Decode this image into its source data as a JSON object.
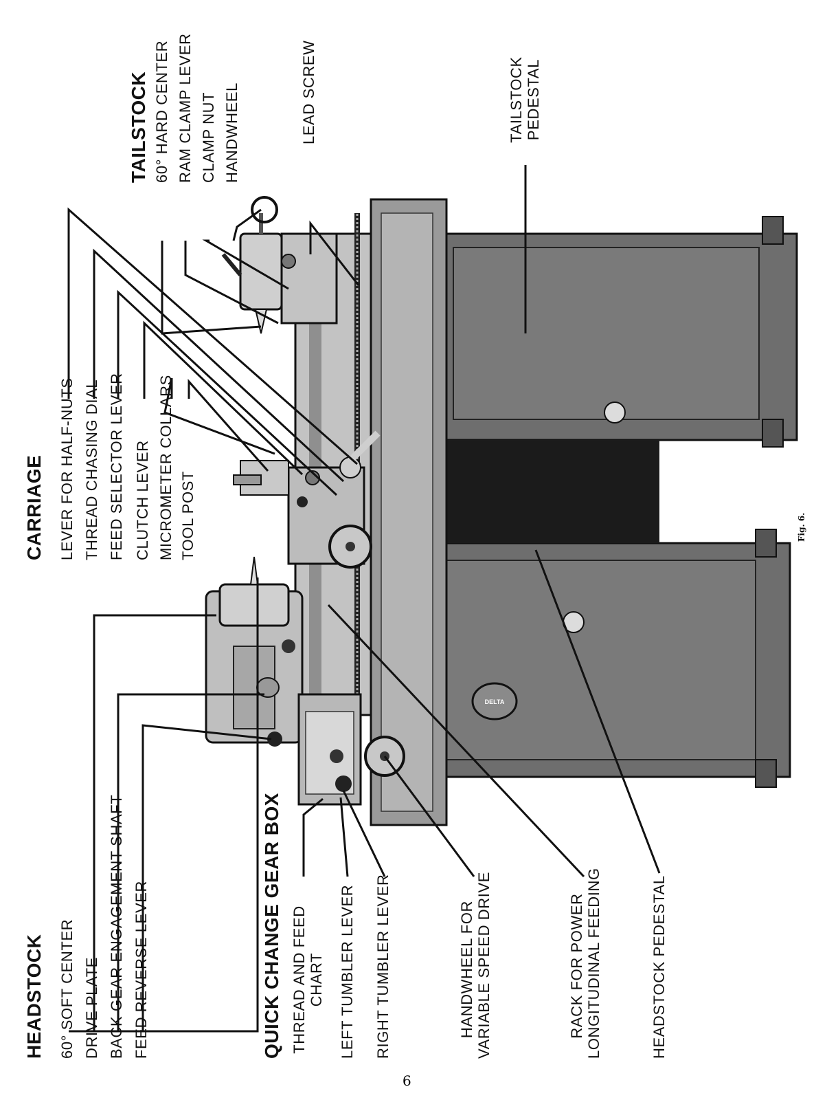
{
  "page_number": "6",
  "figure_label": "Fig. 6.",
  "headstock": {
    "title": "HEADSTOCK",
    "items": [
      "60° SOFT CENTER",
      "DRIVE PLATE",
      "BACK GEAR ENGAGEMENT SHAFT",
      "FEED REVERSE LEVER"
    ]
  },
  "gearbox": {
    "title": "QUICK CHANGE GEAR BOX",
    "items": [
      {
        "line1": "THREAD AND FEED",
        "line2": "CHART"
      },
      {
        "line1": "LEFT TUMBLER LEVER",
        "line2": ""
      },
      {
        "line1": "RIGHT TUMBLER LEVER",
        "line2": ""
      }
    ]
  },
  "bottom_labels": [
    {
      "line1": "HANDWHEEL FOR",
      "line2": "VARIABLE SPEED DRIVE"
    },
    {
      "line1": "RACK FOR POWER",
      "line2": "LONGITUDINAL FEEDING"
    },
    {
      "line1": "HEADSTOCK PEDESTAL",
      "line2": ""
    }
  ],
  "carriage": {
    "title": "CARRIAGE",
    "items": [
      "LEVER FOR HALF-NUTS",
      "THREAD CHASING DIAL",
      "FEED SELECTOR LEVER",
      "CLUTCH LEVER",
      "MICROMETER COLLARS",
      "TOOL POST"
    ]
  },
  "tailstock": {
    "title": "TAILSTOCK",
    "items": [
      "60° HARD CENTER",
      "RAM CLAMP LEVER",
      "CLAMP NUT",
      "HANDWHEEL"
    ]
  },
  "lead_screw": "LEAD SCREW",
  "tailstock_pedestal": {
    "line1": "TAILSTOCK",
    "line2": "PEDESTAL"
  },
  "delta_badge": "DELTA",
  "colors": {
    "paper": "#ffffff",
    "ink": "#111111",
    "machine_light": "#bdbdbd",
    "cabinet": "#6f6f6f",
    "background_dark": "#1a1a1a"
  }
}
